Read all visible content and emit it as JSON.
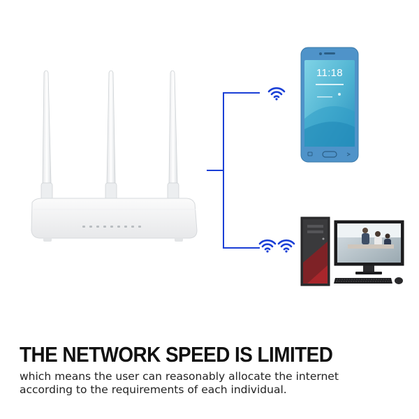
{
  "phone": {
    "time": "11:18"
  },
  "caption": {
    "headline": "THE NETWORK SPEED IS LIMITED",
    "line1": "which means the user can reasonably allocate the internet",
    "line2": "according to the requirements of each individual."
  },
  "colors": {
    "connector": "#1a3fd6",
    "wifi": "#1a3fd6",
    "router_body": "#f3f4f5",
    "phone_frame": "#4f93c9",
    "phone_screen": "#5ec3d9",
    "desktop_tower_accent": "#8b1e22"
  },
  "icons": [
    "router-icon",
    "smartphone-icon",
    "desktop-computer-icon",
    "wifi-icon"
  ]
}
